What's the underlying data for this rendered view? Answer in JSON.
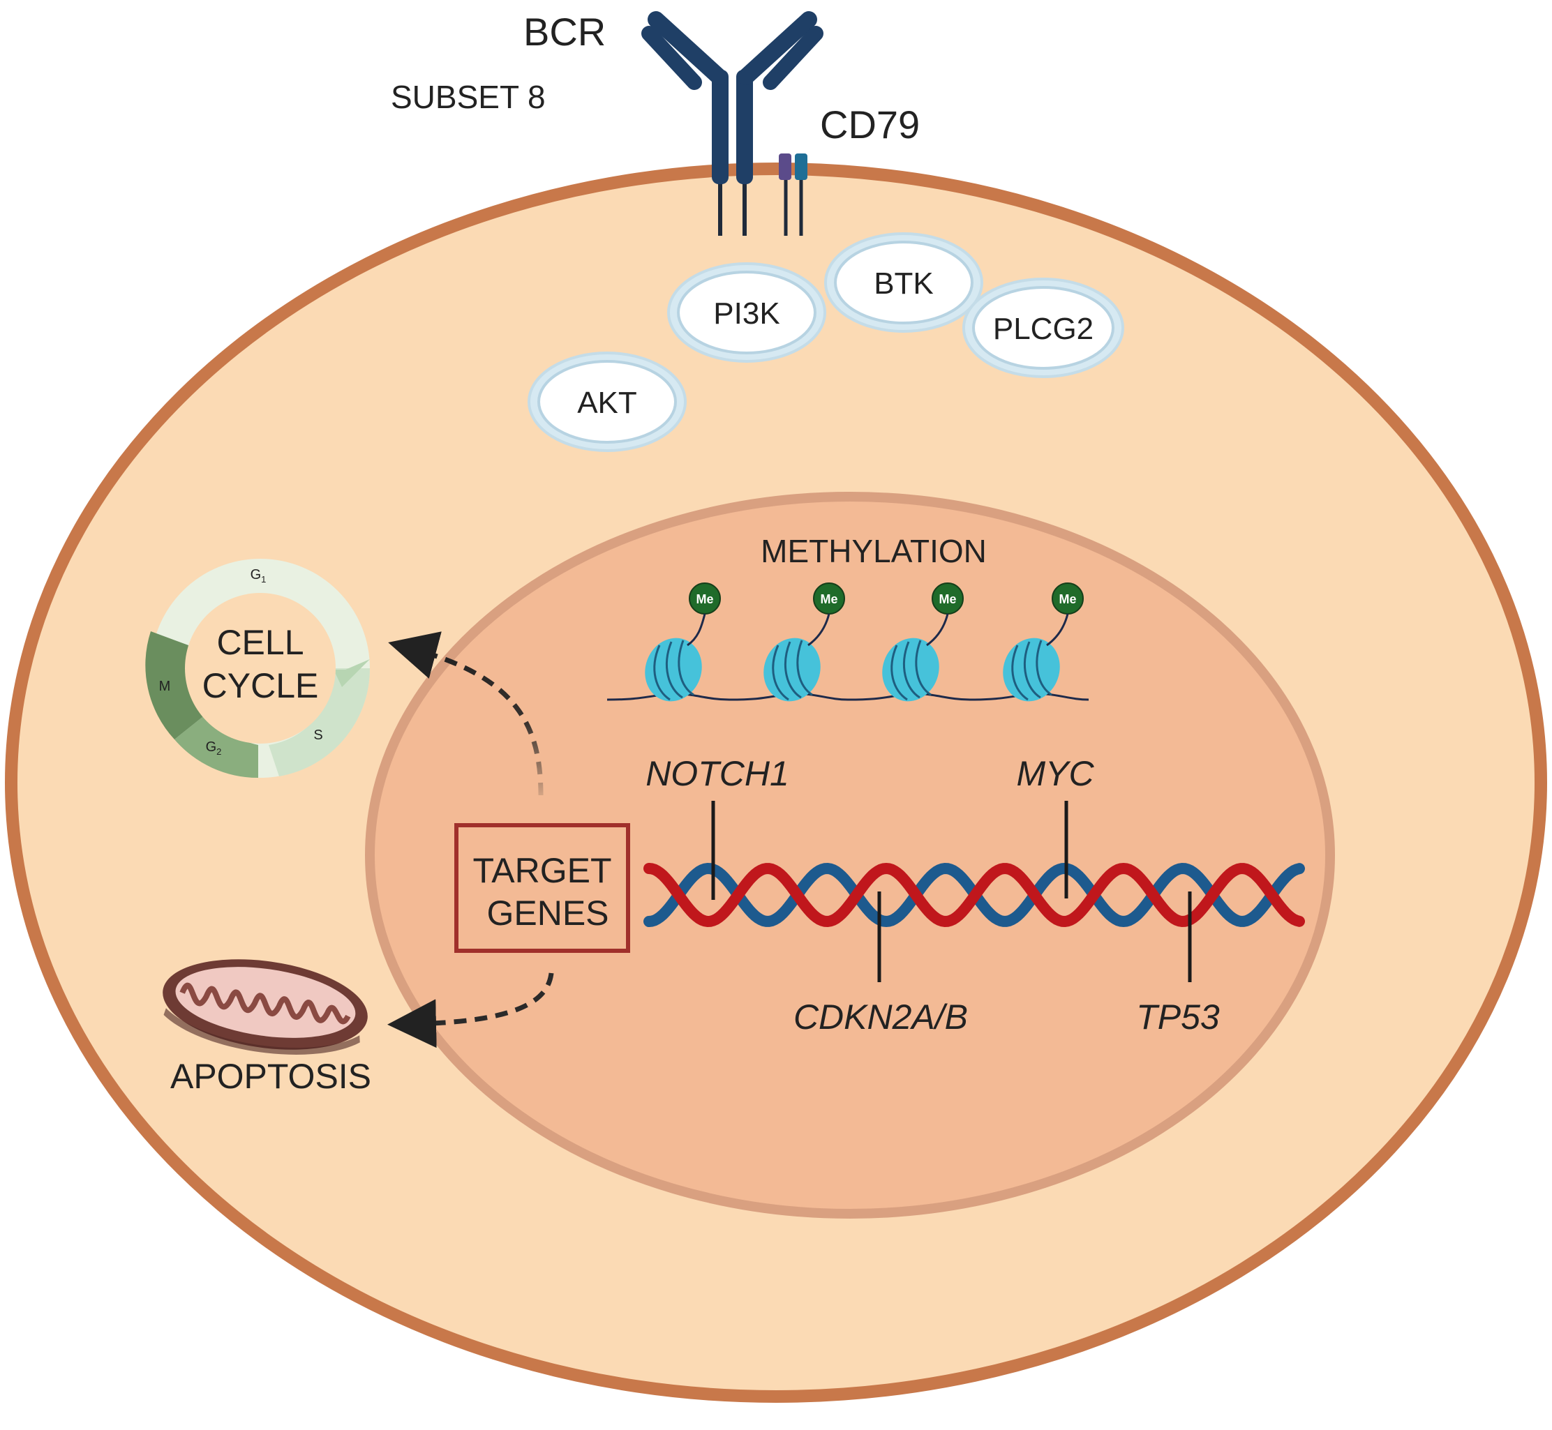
{
  "receptor": {
    "bcr_label": "BCR",
    "subset_label": "SUBSET 8",
    "cd79_label": "CD79"
  },
  "signaling": {
    "pi3k": "PI3K",
    "btk": "BTK",
    "plcg2": "PLCG2",
    "akt": "AKT"
  },
  "nucleus": {
    "methylation_label": "METHYLATION",
    "me_marks": [
      "Me",
      "Me",
      "Me",
      "Me"
    ],
    "target_genes_line1": "TARGET",
    "target_genes_line2": "GENES",
    "genes": {
      "notch1": "NOTCH1",
      "myc": "MYC",
      "cdkn2ab": "CDKN2A/B",
      "tp53": "TP53"
    }
  },
  "cell_cycle": {
    "label_line1": "CELL",
    "label_line2": "CYCLE",
    "phases": {
      "g1": "G",
      "g1_sub": "1",
      "s": "S",
      "g2": "G",
      "g2_sub": "2",
      "m": "M"
    }
  },
  "apoptosis": {
    "label": "APOPTOSIS"
  },
  "colors": {
    "membrane": "#C8784A",
    "cytoplasm": "#FBDAB4",
    "nucleus_fill": "#F3BA95",
    "nucleus_border": "#D9A080",
    "receptor_blue": "#1F3F66",
    "cd79_purple": "#5B4B8A",
    "cd79_teal": "#1E6E96",
    "dna_red": "#C0171C",
    "dna_blue": "#1D5A8E",
    "histone": "#46C2DA",
    "me_green": "#1F6B2A",
    "target_box": "#A0302B"
  }
}
